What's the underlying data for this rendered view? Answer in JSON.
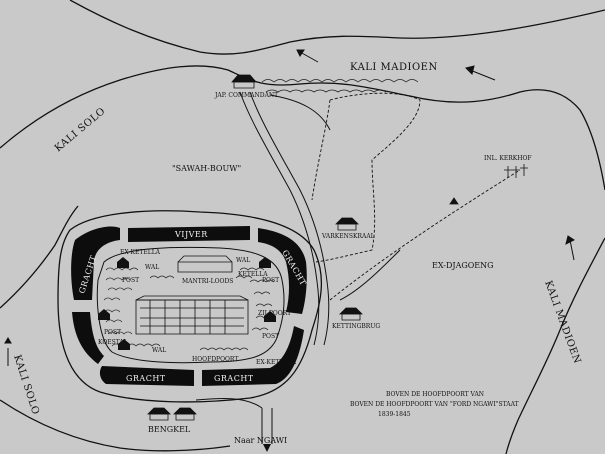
{
  "labels": {
    "river_top": "KALI MADIOEN",
    "river_right": "KALI MADIOEN",
    "river_left_top": "KALI SOLO",
    "river_left_bottom": "KALI SOLO",
    "commandant": "JAP. COMMANDANT",
    "sawah": "\"SAWAH-BOUW\"",
    "kerkhof": "INL. KERKHOF",
    "varkenskraal": "VARKENSKRAAL",
    "ex_djagoeng": "EX-DJAGOENG",
    "kettingbrug": "KETTINGBRUG",
    "vijver": "VIJVER",
    "gracht_tl": "GRACHT",
    "gracht_tr": "GRACHT",
    "gracht_bl": "GRACHT",
    "gracht_br": "GRACHT",
    "ex_ketella_top": "EX-KETELLA",
    "ketella": "KETELLA",
    "wal_top": "WAL",
    "wal_top2": "WAL",
    "post_tl": "POST",
    "post_tr": "POST",
    "mantri_loods": "MANTRI-LOODS",
    "zij_poort": "ZIJ POORT",
    "post_r": "POST",
    "post_l": "POST",
    "koestal": "KOESTAL",
    "wal_bottom": "WAL",
    "hoofdpoort": "HOOFDPOORT",
    "ex_ketella_bottom": "EX-KETELLA",
    "bengkel": "BENGKEL",
    "naar_ngawi": "Naar NGAWI",
    "caption_1": "BOVEN DE HOOFDPOORT VAN",
    "caption_2": "BOVEN DE HOOFDPOORT VAN \"FORD NGAWI\"STAAT",
    "caption_3": "1839-1845"
  },
  "colors": {
    "background": "#c9c9c9",
    "ink": "#111111",
    "moat": "#0d0d0d"
  }
}
